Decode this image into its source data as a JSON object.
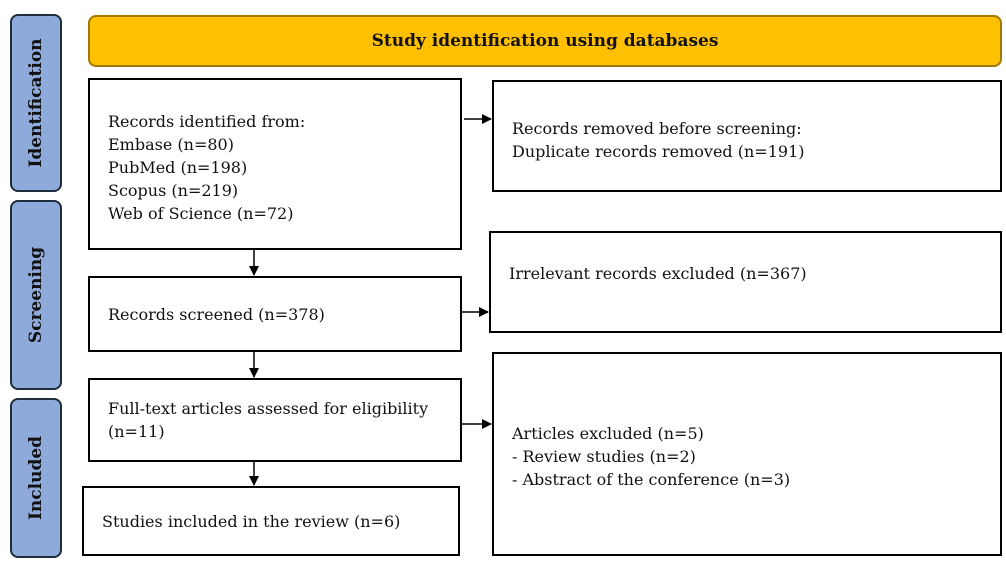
{
  "phases": {
    "identification": "Identification",
    "screening": "Screening",
    "included": "Included"
  },
  "banner": "Study identification using databases",
  "records_identified": {
    "heading": "Records identified from:",
    "sources": [
      "Embase (n=80)",
      "PubMed (n=198)",
      "Scopus (n=219)",
      "Web of Science (n=72)"
    ]
  },
  "records_removed": {
    "heading": "Records removed before screening:",
    "detail": "Duplicate records removed (n=191)"
  },
  "records_screened": "Records screened (n=378)",
  "irrelevant_excluded": "Irrelevant records excluded (n=367)",
  "fulltext_assessed": {
    "line1": "Full-text articles assessed for eligibility",
    "line2": "(n=11)"
  },
  "articles_excluded": {
    "heading": "Articles excluded (n=5)",
    "reasons": [
      "- Review studies (n=2)",
      "- Abstract of the conference (n=3)"
    ]
  },
  "studies_included": "Studies included in the review (n=6)",
  "colors": {
    "phase_fill": "#8eaadb",
    "banner_fill": "#fec000"
  }
}
